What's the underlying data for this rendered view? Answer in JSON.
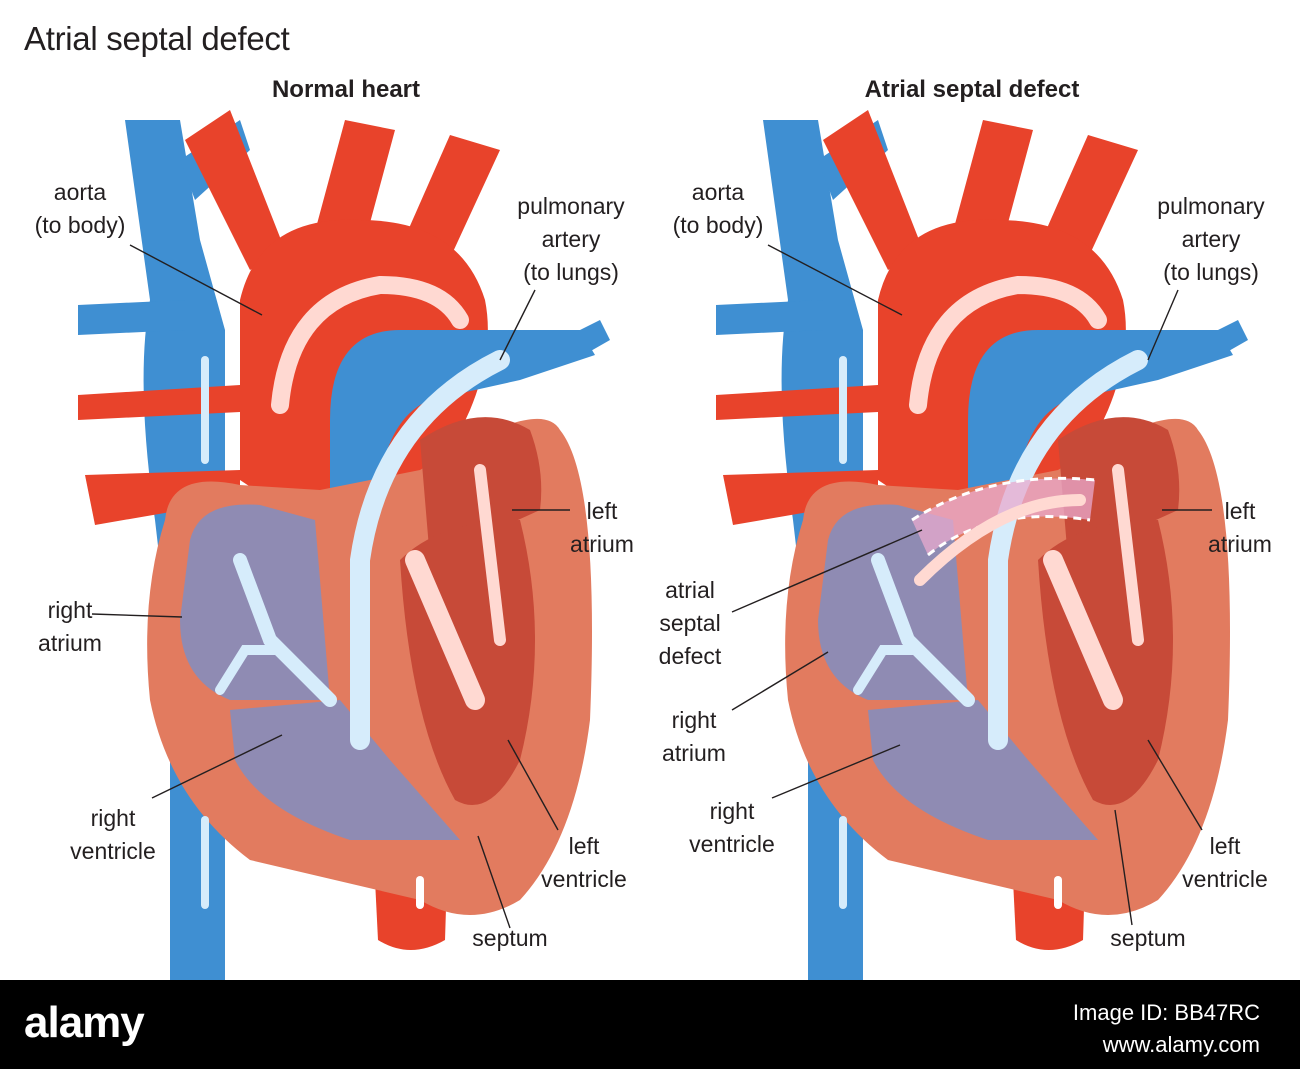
{
  "title": "Atrial septal defect",
  "colors": {
    "oxygenated": "#e8432b",
    "deoxygenated": "#3f8fd2",
    "heart_wall": "#e27b5f",
    "chamber": "#8f8bb3",
    "footer": "#000000"
  },
  "left_panel": {
    "heading": "Normal heart",
    "labels": {
      "aorta": [
        "aorta",
        "(to body)"
      ],
      "pulmonary_artery": [
        "pulmonary",
        "artery",
        "(to lungs)"
      ],
      "left_atrium": [
        "left",
        "atrium"
      ],
      "right_atrium": [
        "right",
        "atrium"
      ],
      "right_ventricle": [
        "right",
        "ventricle"
      ],
      "left_ventricle": [
        "left",
        "ventricle"
      ],
      "septum": [
        "septum"
      ]
    }
  },
  "right_panel": {
    "heading": "Atrial septal defect",
    "labels": {
      "aorta": [
        "aorta",
        "(to body)"
      ],
      "pulmonary_artery": [
        "pulmonary",
        "artery",
        "(to lungs)"
      ],
      "left_atrium": [
        "left",
        "atrium"
      ],
      "atrial_septal_defect": [
        "atrial",
        "septal",
        "defect"
      ],
      "right_atrium": [
        "right",
        "atrium"
      ],
      "right_ventricle": [
        "right",
        "ventricle"
      ],
      "left_ventricle": [
        "left",
        "ventricle"
      ],
      "septum": [
        "septum"
      ]
    }
  },
  "footer": {
    "watermark": "alamy",
    "image_id": "Image ID: BB47RC",
    "url": "www.alamy.com"
  }
}
